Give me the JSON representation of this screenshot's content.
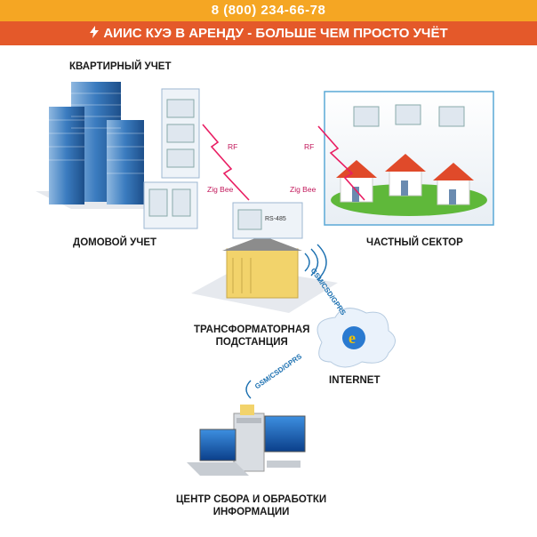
{
  "header": {
    "phone": "8 (800) 234-66-78",
    "banner_text": "АИИС КУЭ В АРЕНДУ - БОЛЬШЕ ЧЕМ ПРОСТО УЧЁТ",
    "topbar_color": "#f5a623",
    "banner_color": "#e4592a",
    "banner_icon": "lightning-icon"
  },
  "diagram": {
    "labels": {
      "apartment": "КВАРТИРНЫЙ УЧЕТ",
      "house": "ДОМОВОЙ УЧЕТ",
      "private": "ЧАСТНЫЙ СЕКТОР",
      "substation_line1": "ТРАНСФОРМАТОРНАЯ",
      "substation_line2": "ПОДСТАНЦИЯ",
      "internet": "INTERNET",
      "center_line1": "ЦЕНТР СБОРА И ОБРАБОТКИ",
      "center_line2": "ИНФОРМАЦИИ"
    },
    "links": {
      "rf_left": "RF",
      "zigbee_left": "Zig Bee",
      "rf_right": "RF",
      "zigbee_right": "Zig Bee",
      "gsm_top": "GSM/CSD/GPRS",
      "gsm_bottom": "GSM/CSD/GPRS",
      "rs485": "RS-485"
    },
    "colors": {
      "signal": "#e91e63",
      "building": "#3a7bbf",
      "roof": "#e04a2a",
      "grass": "#5fb83a",
      "substation": "#f2d36b"
    }
  }
}
